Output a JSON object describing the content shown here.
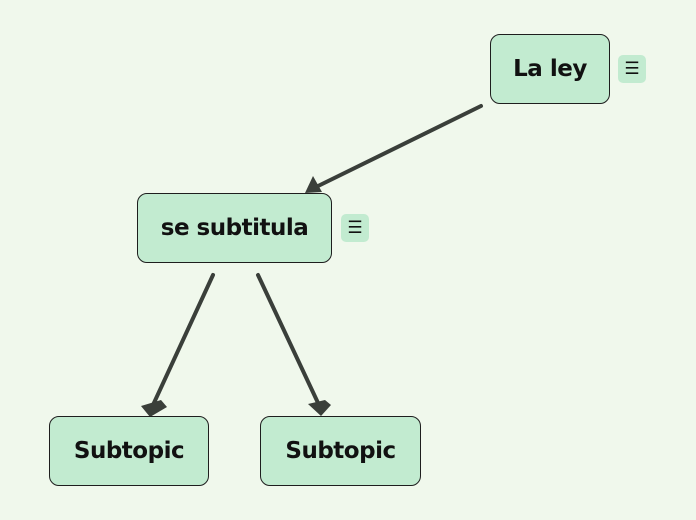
{
  "diagram": {
    "nodes": {
      "root": {
        "label": "La ley"
      },
      "sub": {
        "label": "se subtitula"
      },
      "leaf_1": {
        "label": "Subtopic"
      },
      "leaf_2": {
        "label": "Subtopic"
      }
    },
    "menu_icon": {
      "glyph": "☰",
      "name": "menu-icon"
    },
    "edges": [
      {
        "from": "root",
        "to": "sub"
      },
      {
        "from": "sub",
        "to": "leaf_1"
      },
      {
        "from": "sub",
        "to": "leaf_2"
      }
    ],
    "colors": {
      "background": "#f0f8ec",
      "node_fill": "#c2ebd0",
      "node_border": "#1e1e1e",
      "edge": "#3a3f3a"
    }
  }
}
